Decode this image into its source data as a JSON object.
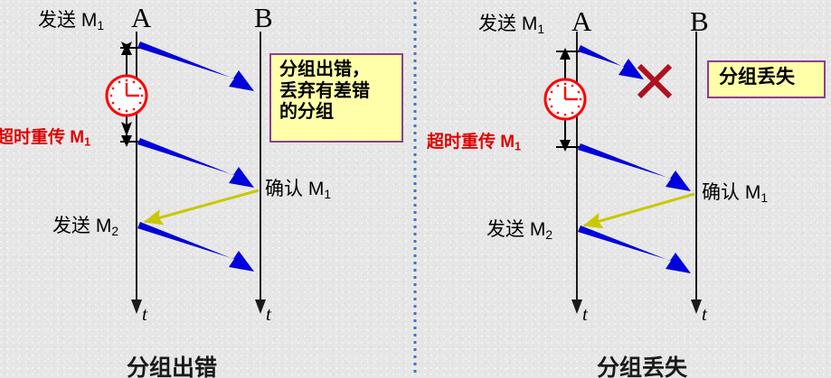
{
  "diagram": {
    "title_left": "分组出错",
    "title_right": "分组丢失",
    "colors": {
      "background": "#e6e6e6",
      "data_arrow": "#0000dd",
      "ack_arrow": "#c8c800",
      "timeline": "#1a1a1a",
      "timer_red": "#ff0000",
      "timeout_text": "#e00000",
      "loss_x": "#b01020",
      "callout_fill": "#ffffaa",
      "callout_border": "#8c3f8c",
      "divider": "#4472c4"
    }
  },
  "panels": [
    {
      "id": "left",
      "caption": "分组出错",
      "endpoints": {
        "sender": "A",
        "receiver": "B"
      },
      "labels": {
        "send_m1": "发送 M",
        "send_m1_sub": "1",
        "timeout_retransmit": "超时重传",
        "timeout_m": "M",
        "timeout_m_sub": "1",
        "ack_m1": "确认 M",
        "ack_m1_sub": "1",
        "send_m2": "发送 M",
        "send_m2_sub": "2",
        "time_axis_sender": "t",
        "time_axis_receiver": "t"
      },
      "callout": {
        "lines": [
          "分组出错，",
          "丢弃有差错",
          "的分组"
        ]
      },
      "events": [
        {
          "name": "send-m1-arrow",
          "kind": "data",
          "from": "A",
          "to": "B",
          "status": "corrupted"
        },
        {
          "name": "retransmit-m1-arrow",
          "kind": "data",
          "from": "A",
          "to": "B",
          "status": "ok"
        },
        {
          "name": "ack-m1-arrow",
          "kind": "ack",
          "from": "B",
          "to": "A",
          "status": "ok"
        },
        {
          "name": "send-m2-arrow",
          "kind": "data",
          "from": "A",
          "to": "B",
          "status": "ok"
        }
      ],
      "timer": {
        "name": "retransmission-timer",
        "icon": "clock-icon"
      }
    },
    {
      "id": "right",
      "caption": "分组丢失",
      "endpoints": {
        "sender": "A",
        "receiver": "B"
      },
      "labels": {
        "send_m1": "发送 M",
        "send_m1_sub": "1",
        "timeout_retransmit": "超时重传",
        "timeout_m": "M",
        "timeout_m_sub": "1",
        "ack_m1": "确认 M",
        "ack_m1_sub": "1",
        "send_m2": "发送 M",
        "send_m2_sub": "2",
        "time_axis_sender": "t",
        "time_axis_receiver": "t"
      },
      "callout": {
        "lines": [
          "分组丢失"
        ]
      },
      "events": [
        {
          "name": "send-m1-arrow",
          "kind": "data",
          "from": "A",
          "to": "B",
          "status": "lost"
        },
        {
          "name": "retransmit-m1-arrow",
          "kind": "data",
          "from": "A",
          "to": "B",
          "status": "ok"
        },
        {
          "name": "ack-m1-arrow",
          "kind": "ack",
          "from": "B",
          "to": "A",
          "status": "ok"
        },
        {
          "name": "send-m2-arrow",
          "kind": "data",
          "from": "A",
          "to": "B",
          "status": "ok"
        }
      ],
      "timer": {
        "name": "retransmission-timer",
        "icon": "clock-icon"
      },
      "loss_marker": "✕"
    }
  ]
}
